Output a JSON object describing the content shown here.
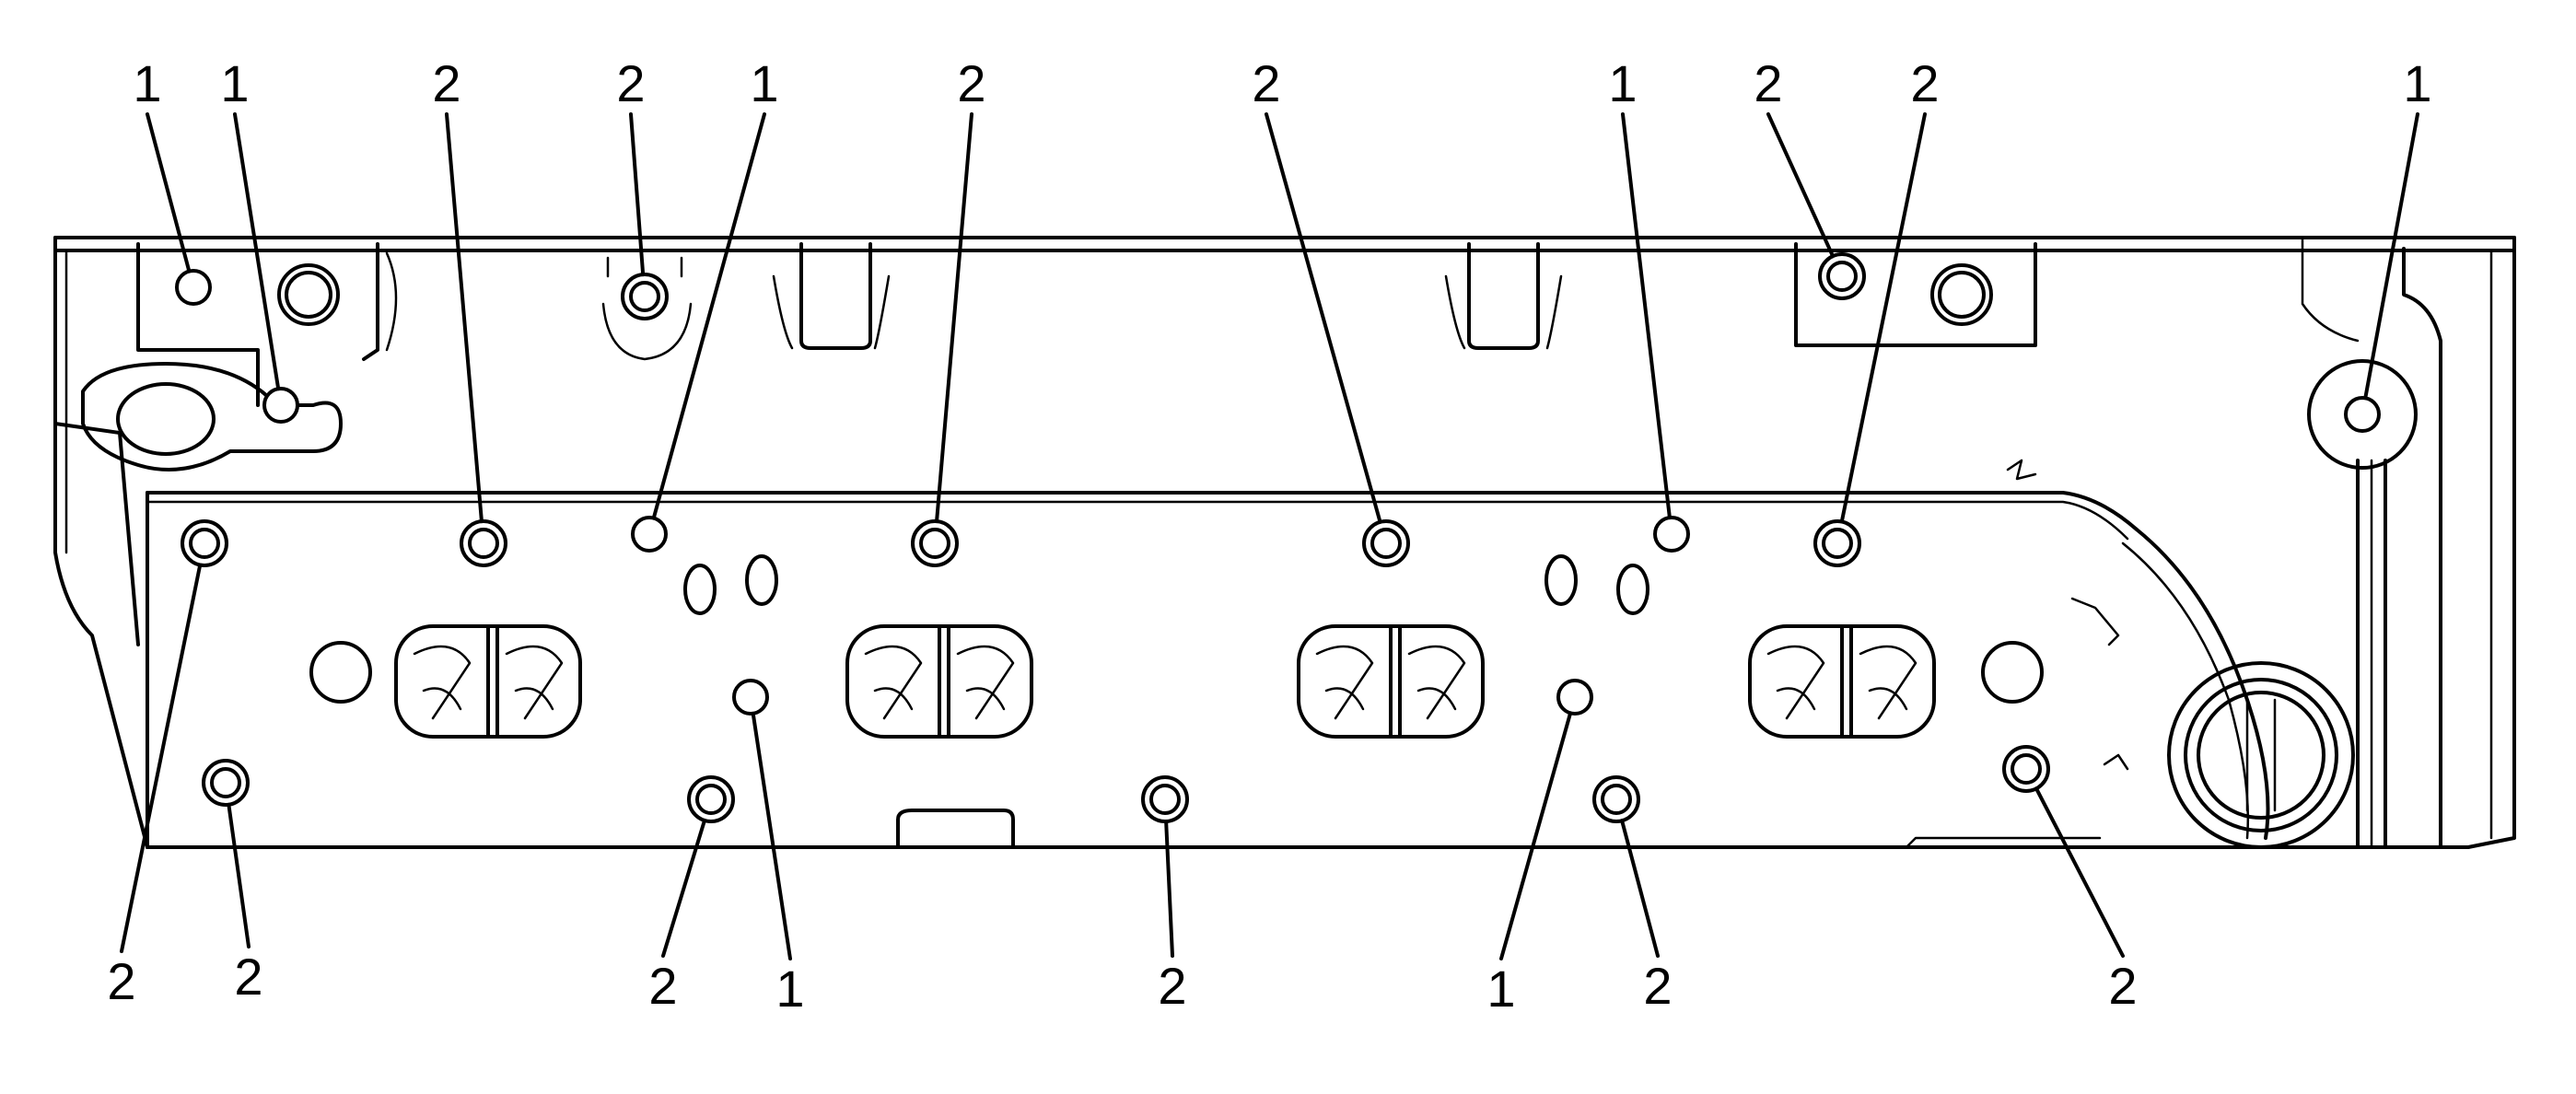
{
  "diagram": {
    "callouts": [
      {
        "id": "a1",
        "label": "1"
      },
      {
        "id": "a2",
        "label": "1"
      },
      {
        "id": "a3",
        "label": "2"
      },
      {
        "id": "a4",
        "label": "2"
      },
      {
        "id": "a5",
        "label": "1"
      },
      {
        "id": "a6",
        "label": "2"
      },
      {
        "id": "a7",
        "label": "2"
      },
      {
        "id": "a8",
        "label": "1"
      },
      {
        "id": "a9",
        "label": "2"
      },
      {
        "id": "a10",
        "label": "2"
      },
      {
        "id": "a11",
        "label": "1"
      },
      {
        "id": "b1",
        "label": "2"
      },
      {
        "id": "b2",
        "label": "2"
      },
      {
        "id": "b3",
        "label": "2"
      },
      {
        "id": "b4",
        "label": "1"
      },
      {
        "id": "b5",
        "label": "2"
      },
      {
        "id": "b6",
        "label": "1"
      },
      {
        "id": "b7",
        "label": "2"
      },
      {
        "id": "b8",
        "label": "2"
      }
    ]
  }
}
